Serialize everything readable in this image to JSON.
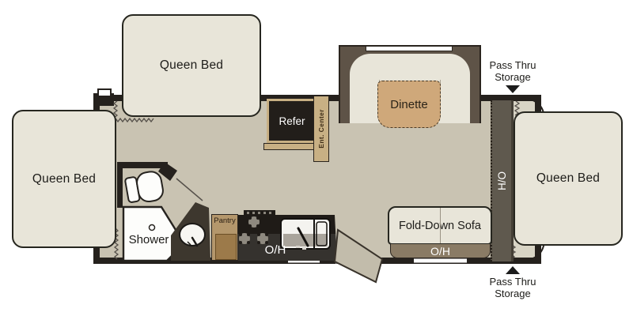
{
  "colors": {
    "floor": "#c9c3b2",
    "wall": "#25211d",
    "cream": "#e8e5d9",
    "slide": "#5e5347",
    "table": "#cfa87a",
    "tan": "#c8b084",
    "oh-band": "#8a7b65",
    "ho-band": "#5f594e",
    "strip": "#d8d4c5",
    "pantry": "#b4976c",
    "pantry-door": "#9c7a4a",
    "counter": "#1f1b17",
    "water": "#a9a49b",
    "vanity": "#3d372e",
    "door": "#c2bcab",
    "ink": "#1d1c19"
  },
  "beds": {
    "front": {
      "label": "Queen Bed"
    },
    "left": {
      "label": "Queen Bed"
    },
    "rear": {
      "label": "Queen Bed"
    }
  },
  "dinette": {
    "label": "Dinette"
  },
  "entertainment": {
    "refer": "Refer",
    "ent_center": "Ent. Center"
  },
  "bath": {
    "shower": "Shower"
  },
  "kitchen": {
    "pantry": "Pantry",
    "overhead": "O/H"
  },
  "living": {
    "sofa": "Fold-Down Sofa",
    "overhead": "O/H"
  },
  "rear_storage": {
    "ho": "H/O",
    "top": {
      "line1": "Pass Thru",
      "line2": "Storage"
    },
    "bottom": {
      "line1": "Pass Thru",
      "line2": "Storage"
    }
  }
}
